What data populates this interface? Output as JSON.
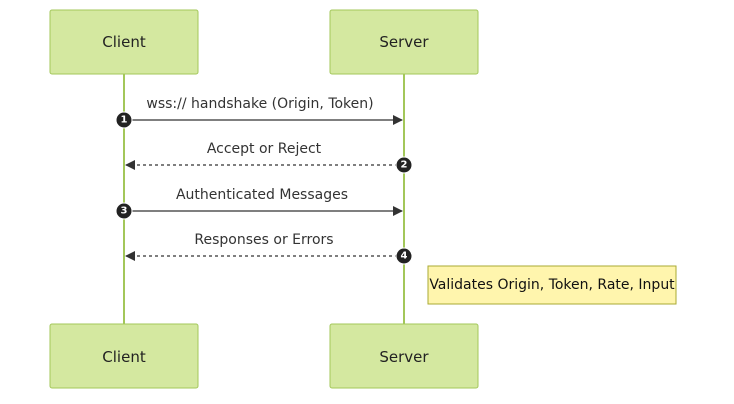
{
  "actors": {
    "client": "Client",
    "server": "Server"
  },
  "messages": [
    {
      "number": "1",
      "text": "wss:// handshake (Origin, Token)",
      "from": "client",
      "to": "server",
      "style": "solid"
    },
    {
      "number": "2",
      "text": "Accept or Reject",
      "from": "server",
      "to": "client",
      "style": "dashed"
    },
    {
      "number": "3",
      "text": "Authenticated Messages",
      "from": "client",
      "to": "server",
      "style": "solid"
    },
    {
      "number": "4",
      "text": "Responses or Errors",
      "from": "server",
      "to": "client",
      "style": "dashed"
    }
  ],
  "note": {
    "text": "Validates Origin, Token, Rate, Input",
    "over": "server"
  },
  "colors": {
    "actor_fill": "#d4e8a0",
    "actor_border": "#a3c75a",
    "note_fill": "#fff5ad",
    "note_border": "#aaaa33",
    "arrow": "#333333"
  }
}
